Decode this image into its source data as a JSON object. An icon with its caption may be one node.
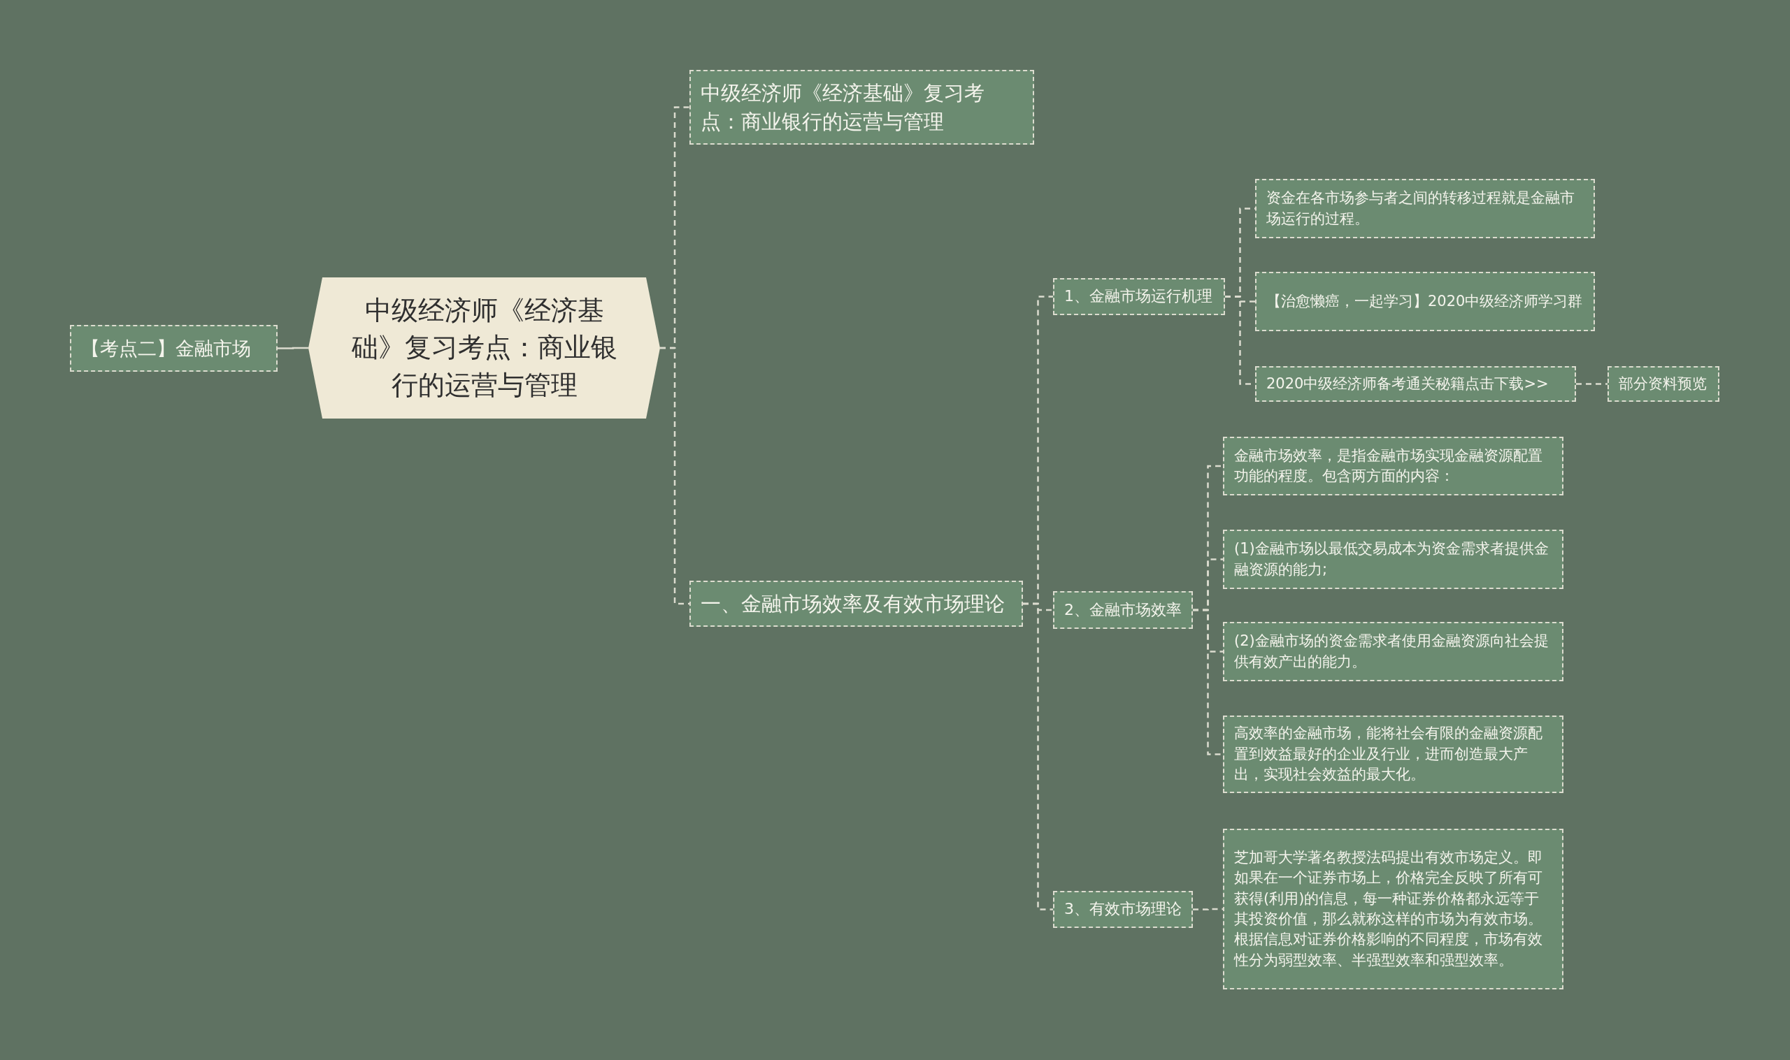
{
  "diagram": {
    "nodes": [
      {
        "text": [
          "中级经济师《经济基础》复习考点：商业银行的运营与管理"
        ]
      },
      {
        "text": [
          "【考点二】金融市场"
        ]
      },
      {
        "text": [
          "中级经济师《经济基础》复习考点：商业银行的运营与管理"
        ]
      },
      {
        "text": [
          "一、金融市场效率及有效市场理论"
        ]
      },
      {
        "text": [
          "1、金融市场运行机理"
        ]
      },
      {
        "text": [
          "资金在各市场参与者之间的转移过程就是金融市场运行的过程。"
        ]
      },
      {
        "text": [
          "【治愈懒癌，一起学习】2020中级经济师学习群"
        ]
      },
      {
        "text": [
          "2020中级经济师备考通关秘籍点击下载>>"
        ]
      },
      {
        "text": [
          "部分资料预览"
        ]
      },
      {
        "text": [
          "2、金融市场效率"
        ]
      },
      {
        "text": [
          "金融市场效率，是指金融市场实现金融资源配置功能的程度。包含两方面的内容："
        ]
      },
      {
        "text": [
          "(1)金融市场以最低交易成本为资金需求者提供金融资源的能力;"
        ]
      },
      {
        "text": [
          "(2)金融市场的资金需求者使用金融资源向社会提供有效产出的能力。"
        ]
      },
      {
        "text": [
          "高效率的金融市场，能将社会有限的金融资源配置到效益最好的企业及行业，进而创造最大产出，实现社会效益的最大化。"
        ]
      },
      {
        "text": [
          "3、有效市场理论"
        ]
      },
      {
        "text": [
          "芝加哥大学著名教授法码提出有效市场定义。即如果在一个证券市场上，价格完全反映了所有可获得(利用)的信息，每一种证券价格都永远等于其投资价值，那么就称这样的市场为有效市场。根据信息对证券价格影响的不同程度，市场有效性分为弱型效率、半强型效率和强型效率。"
        ]
      }
    ],
    "edges": [
      {
        "from": 1,
        "to": 0,
        "arrow": "none"
      },
      {
        "from": 0,
        "to": 2,
        "arrow": "none",
        "style": "dashed"
      },
      {
        "from": 0,
        "to": 3,
        "arrow": "none",
        "style": "dashed"
      },
      {
        "from": 3,
        "to": 4,
        "arrow": "none",
        "style": "dashed"
      },
      {
        "from": 3,
        "to": 9,
        "arrow": "none",
        "style": "dashed"
      },
      {
        "from": 3,
        "to": 14,
        "arrow": "none",
        "style": "dashed"
      },
      {
        "from": 4,
        "to": 5,
        "arrow": "none",
        "style": "dashed"
      },
      {
        "from": 4,
        "to": 6,
        "arrow": "none",
        "style": "dashed"
      },
      {
        "from": 4,
        "to": 7,
        "arrow": "none",
        "style": "dashed"
      },
      {
        "from": 7,
        "to": 8,
        "arrow": "none",
        "style": "dashed"
      },
      {
        "from": 9,
        "to": 10,
        "arrow": "none",
        "style": "dashed"
      },
      {
        "from": 9,
        "to": 11,
        "arrow": "none",
        "style": "dashed"
      },
      {
        "from": 9,
        "to": 12,
        "arrow": "none",
        "style": "dashed"
      },
      {
        "from": 9,
        "to": 13,
        "arrow": "none",
        "style": "dashed"
      },
      {
        "from": 14,
        "to": 15,
        "arrow": "none",
        "style": "dashed"
      }
    ]
  }
}
